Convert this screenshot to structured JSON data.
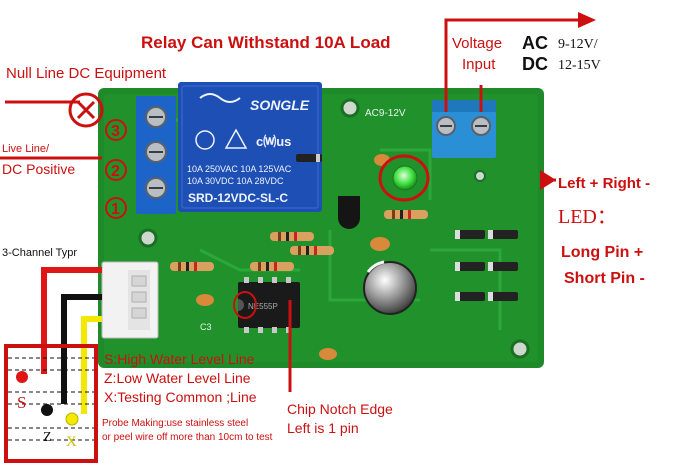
{
  "labels": {
    "relay_load": "Relay Can Withstand 10A Load",
    "null_line": "Null Line DC Equipment",
    "live_line": "Live Line/",
    "dc_positive": "DC  Positive",
    "channel_type": "3-Channel Typr",
    "voltage": "Voltage",
    "input": "Input",
    "ac": "AC",
    "ac_range": "9-12V/",
    "dc": "DC",
    "dc_range": "12-15V",
    "led_polarity": "Left +  Right -",
    "led": "LED：",
    "long_pin": "Long Pin +",
    "short_pin": "Short Pin -",
    "chip_notch": "Chip Notch Edge",
    "chip_pin": "Left is 1 pin",
    "probe_s": "S:High Water Level Line",
    "probe_z": "Z:Low Water Level Line",
    "probe_x": "X:Testing Common ;Line",
    "probe_note_1": "Probe Making:use stainless steel",
    "probe_note_2": "or peel wire off more than 10cm to test",
    "tank_s": "S",
    "tank_z": "Z",
    "tank_x": "X"
  },
  "board": {
    "relay_brand": "SONGLE",
    "relay_line_1": "10A 250VAC  10A 125VAC",
    "relay_line_2": "10A  30VDC  10A  28VDC",
    "relay_model": "SRD-12VDC-SL-C",
    "board_mark": "AC9-12V",
    "terminal_1": "1",
    "terminal_2": "2",
    "terminal_3": "3",
    "ic_text": "NE555P",
    "cap_label": "C3"
  },
  "colors": {
    "annotation": "#cc1010",
    "pcb": "#1f8a2a",
    "relay": "#1e4fb5",
    "terminal_relay": "#1d64c9",
    "terminal_input": "#2b8fd6",
    "led": "#3fe040",
    "wire_red": "#e01515",
    "wire_black": "#111111",
    "wire_yellow": "#f2e800"
  }
}
